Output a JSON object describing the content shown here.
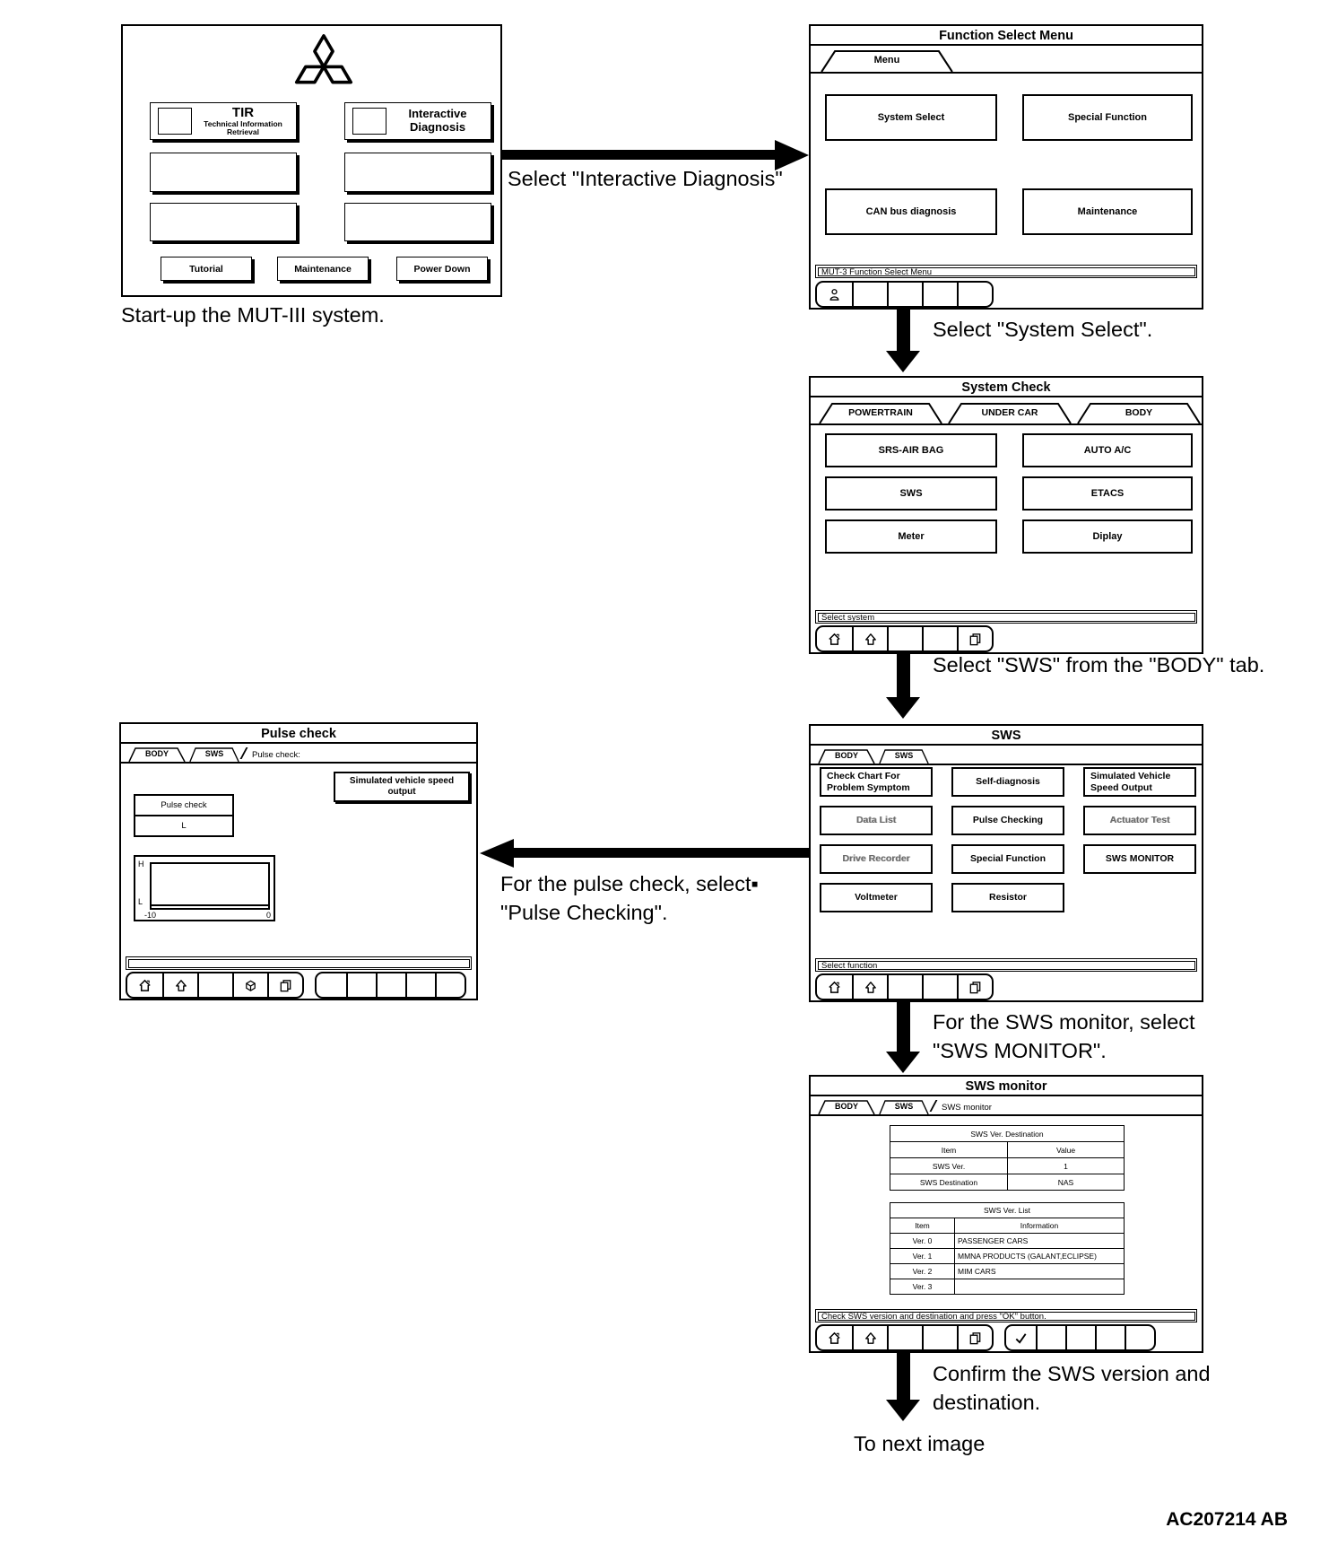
{
  "figure_label": "AC207214 AB",
  "captions": {
    "startup": "Start-up the MUT-III system.",
    "select_interactive": "Select \"Interactive Diagnosis\"",
    "select_system": "Select \"System Select\".",
    "select_sws": "Select \"SWS\" from the \"BODY\" tab.",
    "pulse_1": "For the pulse check, select▪",
    "pulse_2": "\"Pulse Checking\".",
    "monitor_1": "For the SWS monitor, select",
    "monitor_2": "\"SWS MONITOR\".",
    "confirm_1": "Confirm the SWS version and",
    "confirm_2": "destination.",
    "to_next": "To next image"
  },
  "startup": {
    "tir_title": "TIR",
    "tir_sub1": "Technical Information",
    "tir_sub2": "Retrieval",
    "diag_1": "Interactive",
    "diag_2": "Diagnosis",
    "tutorial": "Tutorial",
    "maintenance": "Maintenance",
    "power_down": "Power Down"
  },
  "fsm": {
    "title": "Function Select Menu",
    "tab": "Menu",
    "b1": "System Select",
    "b2": "Special Function",
    "b3": "CAN bus diagnosis",
    "b4": "Maintenance",
    "status": "MUT-3 Function Select Menu"
  },
  "syscheck": {
    "title": "System Check",
    "tab1": "POWERTRAIN",
    "tab2": "UNDER CAR",
    "tab3": "BODY",
    "b1": "SRS-AIR BAG",
    "b2": "AUTO A/C",
    "b3": "SWS",
    "b4": "ETACS",
    "b5": "Meter",
    "b6": "Diplay",
    "status": "Select system"
  },
  "sws": {
    "title": "SWS",
    "tab1": "BODY",
    "tab2": "SWS",
    "b11": "Check Chart For Problem Symptom",
    "b12": "Self-diagnosis",
    "b13": "Simulated Vehicle Speed Output",
    "b21": "Data List",
    "b22": "Pulse Checking",
    "b23": "Actuator Test",
    "b31": "Drive Recorder",
    "b32": "Special Function",
    "b33": "SWS MONITOR",
    "b41": "Voltmeter",
    "b42": "Resistor",
    "status": "Select function"
  },
  "pulse": {
    "title": "Pulse check",
    "tab1": "BODY",
    "tab2": "SWS",
    "tab3": "Pulse check:",
    "sim_btn": "Simulated vehicle speed output",
    "cell1": "Pulse check",
    "cell2": "L",
    "y_hi": "H",
    "y_lo": "L",
    "x_min": "-10",
    "x_max": "0",
    "status": ""
  },
  "monitor": {
    "title": "SWS monitor",
    "tab1": "BODY",
    "tab2": "SWS",
    "tab3": "SWS monitor",
    "t1_title": "SWS Ver. Destination",
    "t1_h1": "Item",
    "t1_h2": "Value",
    "t1_r1c1": "SWS Ver.",
    "t1_r1c2": "1",
    "t1_r2c1": "SWS Destination",
    "t1_r2c2": "NAS",
    "t2_title": "SWS Ver. List",
    "t2_h1": "Item",
    "t2_h2": "Information",
    "t2_r1c1": "Ver. 0",
    "t2_r1c2": "PASSENGER CARS",
    "t2_r2c1": "Ver. 1",
    "t2_r2c2": "MMNA PRODUCTS (GALANT,ECLIPSE)",
    "t2_r3c1": "Ver. 2",
    "t2_r3c2": "MIM CARS",
    "t2_r4c1": "Ver. 3",
    "t2_r4c2": "",
    "status": "Check SWS version and destination and press \"OK\" button."
  },
  "icons": [
    "mitsubishi-logo",
    "operator-icon",
    "home-icon",
    "up-icon",
    "page-icon",
    "cube-icon",
    "ok-check-icon"
  ]
}
